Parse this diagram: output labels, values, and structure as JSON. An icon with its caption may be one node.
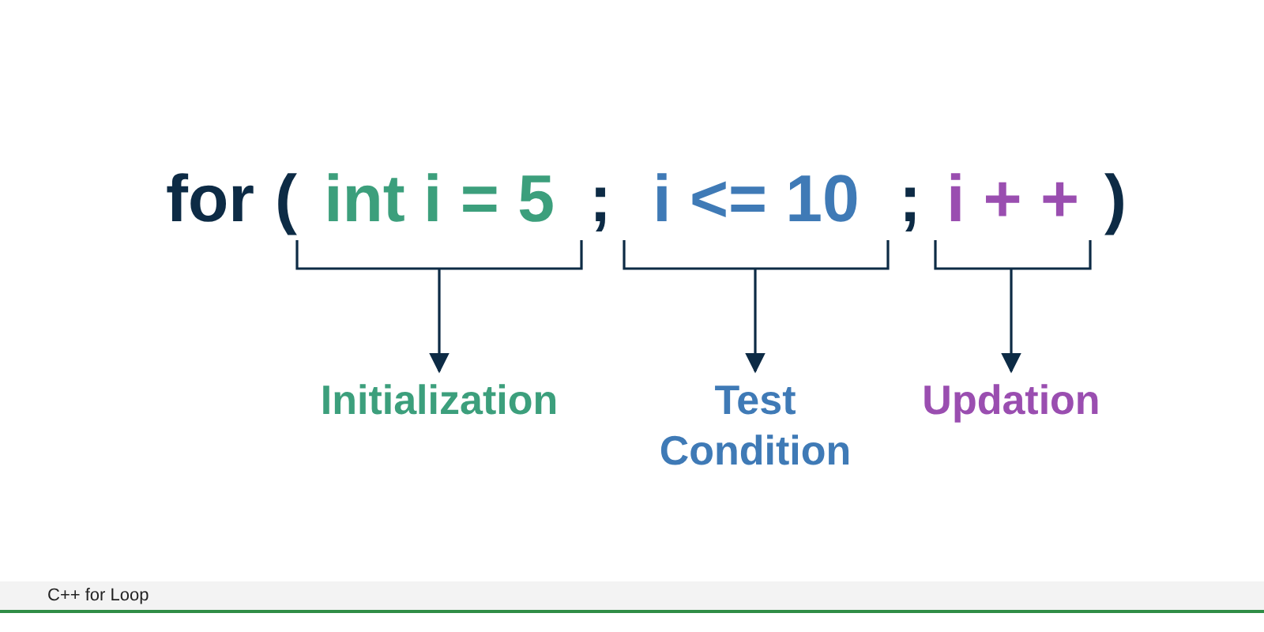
{
  "diagram": {
    "caption": "C++ for Loop",
    "nodes": [
      {
        "text": [
          "int i = 5"
        ]
      },
      {
        "text": [
          "i <= 10"
        ]
      },
      {
        "text": [
          "i + +"
        ]
      },
      {
        "text": [
          "Initialization"
        ]
      },
      {
        "text": [
          "Test Condition"
        ]
      },
      {
        "text": [
          "Updation"
        ]
      }
    ],
    "edges": [
      {
        "from": 0,
        "to": 3,
        "arrow": "to"
      },
      {
        "from": 1,
        "to": 4,
        "arrow": "to"
      },
      {
        "from": 2,
        "to": 5,
        "arrow": "to"
      }
    ],
    "labels": [
      "for",
      "(",
      ";",
      ";",
      ")"
    ]
  }
}
